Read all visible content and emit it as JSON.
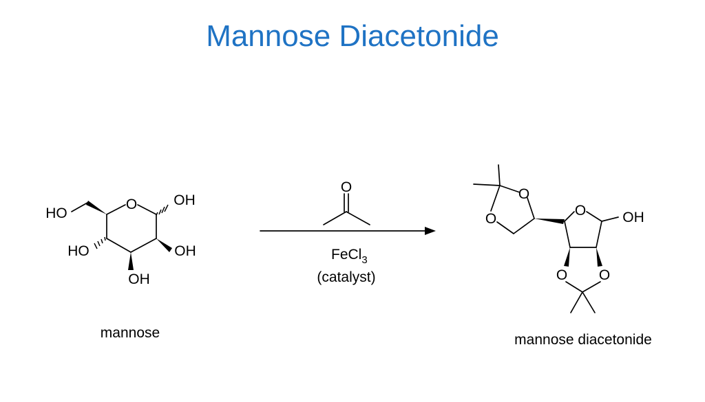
{
  "title": "Mannose Diacetonide",
  "reactant": {
    "name": "mannose",
    "labels": {
      "ring_o": "O",
      "ho_c6": "HO",
      "oh_c1": "OH",
      "ho_c4": "HO",
      "oh_c2": "OH",
      "oh_c3": "OH"
    }
  },
  "reagent": {
    "acetone_o": "O",
    "catalyst_formula_main": "FeCl",
    "catalyst_formula_sub": "3",
    "catalyst_note": "(catalyst)"
  },
  "product": {
    "name": "mannose diacetonide",
    "labels": {
      "dioxolane_top_o1": "O",
      "dioxolane_top_o2": "O",
      "furanose_ring_o": "O",
      "oh_anomeric": "OH",
      "dioxolane_bottom_o1": "O",
      "dioxolane_bottom_o2": "O"
    }
  }
}
